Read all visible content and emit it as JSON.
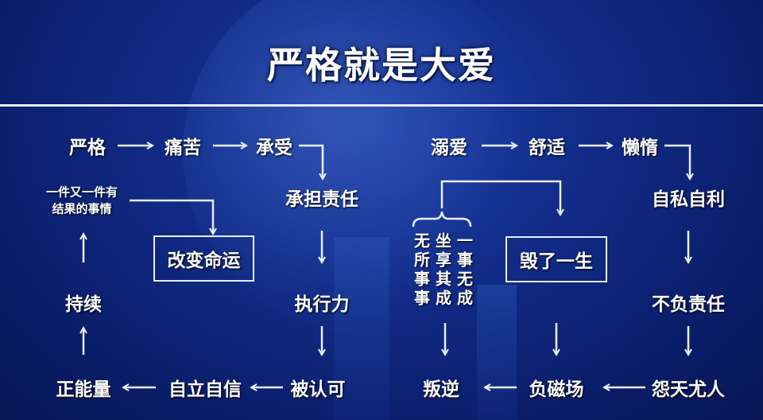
{
  "title": "严格就是大爱",
  "left": {
    "strict": "严格",
    "pain": "痛苦",
    "endure": "承受",
    "responsibility": "承担责任",
    "execution": "执行力",
    "recognized": "被认可",
    "self_reliance": "自立自信",
    "positive_energy": "正能量",
    "persist": "持续",
    "results_line1": "一件又一件有",
    "results_line2": "结果的事情",
    "change_fate": "改变命运"
  },
  "right": {
    "spoil": "溺爱",
    "comfort": "舒适",
    "lazy": "懒惰",
    "selfish": "自私自利",
    "irresponsible": "不负责任",
    "blame": "怨天尤人",
    "negative_field": "负磁场",
    "rebellion": "叛逆",
    "columns": [
      "无所事事",
      "坐享其成",
      "一事无成"
    ],
    "ruin_life": "毁了一生"
  }
}
